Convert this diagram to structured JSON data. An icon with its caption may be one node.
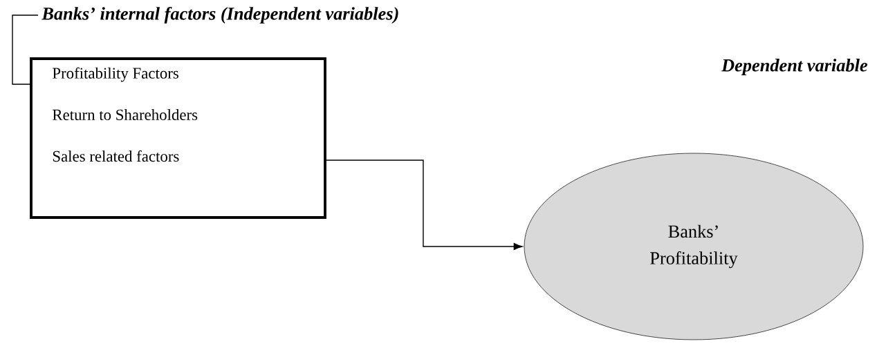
{
  "diagram": {
    "nodes": [
      {
        "text": [
          "Banks’ internal factors (Independent variables)",
          "Profitability Factors",
          "Return to Shareholders",
          "Sales related factors"
        ]
      },
      {
        "text": [
          "Banks’ Profitability"
        ]
      }
    ],
    "edges": [
      {
        "from": 0,
        "to": 1,
        "arrow": "to"
      }
    ],
    "labels": [
      "Dependent variable"
    ]
  }
}
